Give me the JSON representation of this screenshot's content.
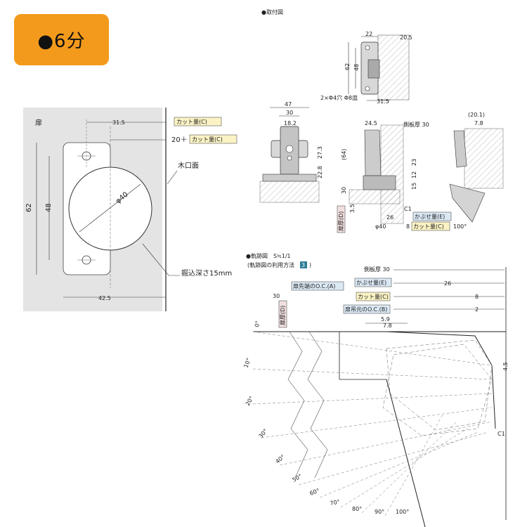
{
  "badge": {
    "label": "●6分"
  },
  "door_view": {
    "door_label": "扉",
    "dim_31_5": "31.5",
    "dim_cut_c": "カット量(C)",
    "dim_20_plus": "20＋",
    "dim_cut_c2": "カット量(C)",
    "wood_edge": "木口面",
    "dim_62": "62",
    "dim_48": "48",
    "dim_phi40": "φ40",
    "dim_42_5": "42.5",
    "depth_note": "掘込深さ15mm"
  },
  "mount": {
    "title": "●取付図",
    "dim_22": "22",
    "dim_20_5": "20.5",
    "dim_62": "62",
    "dim_48": "48",
    "hole_note": "2×Φ4穴 Φ8皿",
    "dim_31_5": "31.5"
  },
  "front": {
    "dim_47": "47",
    "dim_30": "30",
    "dim_18_2": "18.2",
    "dim_27_3": "27.3",
    "dim_22_8": "22.8"
  },
  "section": {
    "dim_24_5": "24.5",
    "side_panel": "側板厚 30",
    "dim_64": "(64)",
    "dim_23": "23",
    "dim_12": "12",
    "dim_15": "15",
    "dim_30": "30",
    "dim_3_5": "3.5",
    "door_thick": "扉厚(D)",
    "c1": "C1",
    "dim_26": "26",
    "overlay_e": "かぶせ量(E)",
    "dim_phi40": "φ40",
    "dim_8": "8",
    "cut_c": "カット量(C)"
  },
  "open_view": {
    "dim_20_1": "(20.1)",
    "dim_7_8": "7.8",
    "angle_100": "100°"
  },
  "track": {
    "title": "●軌跡図　S≒1/1",
    "subtitle": "(軌跡図の利用方法",
    "subtitle_num": "3",
    "subtitle_end": ")",
    "side_panel": "側板厚 30",
    "oc_a": "扉先端のO.C.(A)",
    "overlay_e": "かぶせ量(E)",
    "dim_26": "26",
    "cut_c": "カット量(C)",
    "dim_8": "8",
    "oc_b": "扉吊元のO.C.(B)",
    "dim_2": "2",
    "dim_30": "30",
    "door_thick": "扉厚(D)",
    "dim_5_9": "5.9",
    "dim_7_8": "7.8",
    "dim_4_5": "4.5",
    "c1": "C1",
    "angles": [
      "0°",
      "10°",
      "20°",
      "30°",
      "40°",
      "50°",
      "60°",
      "70°",
      "80°",
      "90°",
      "100°"
    ]
  },
  "colors": {
    "badge": "#f39a1c",
    "yellow_box": "#fbf3c4",
    "blue_box": "#dbe9f5",
    "pink_box": "#f1dede",
    "gray_bg": "#e4e4e4"
  }
}
